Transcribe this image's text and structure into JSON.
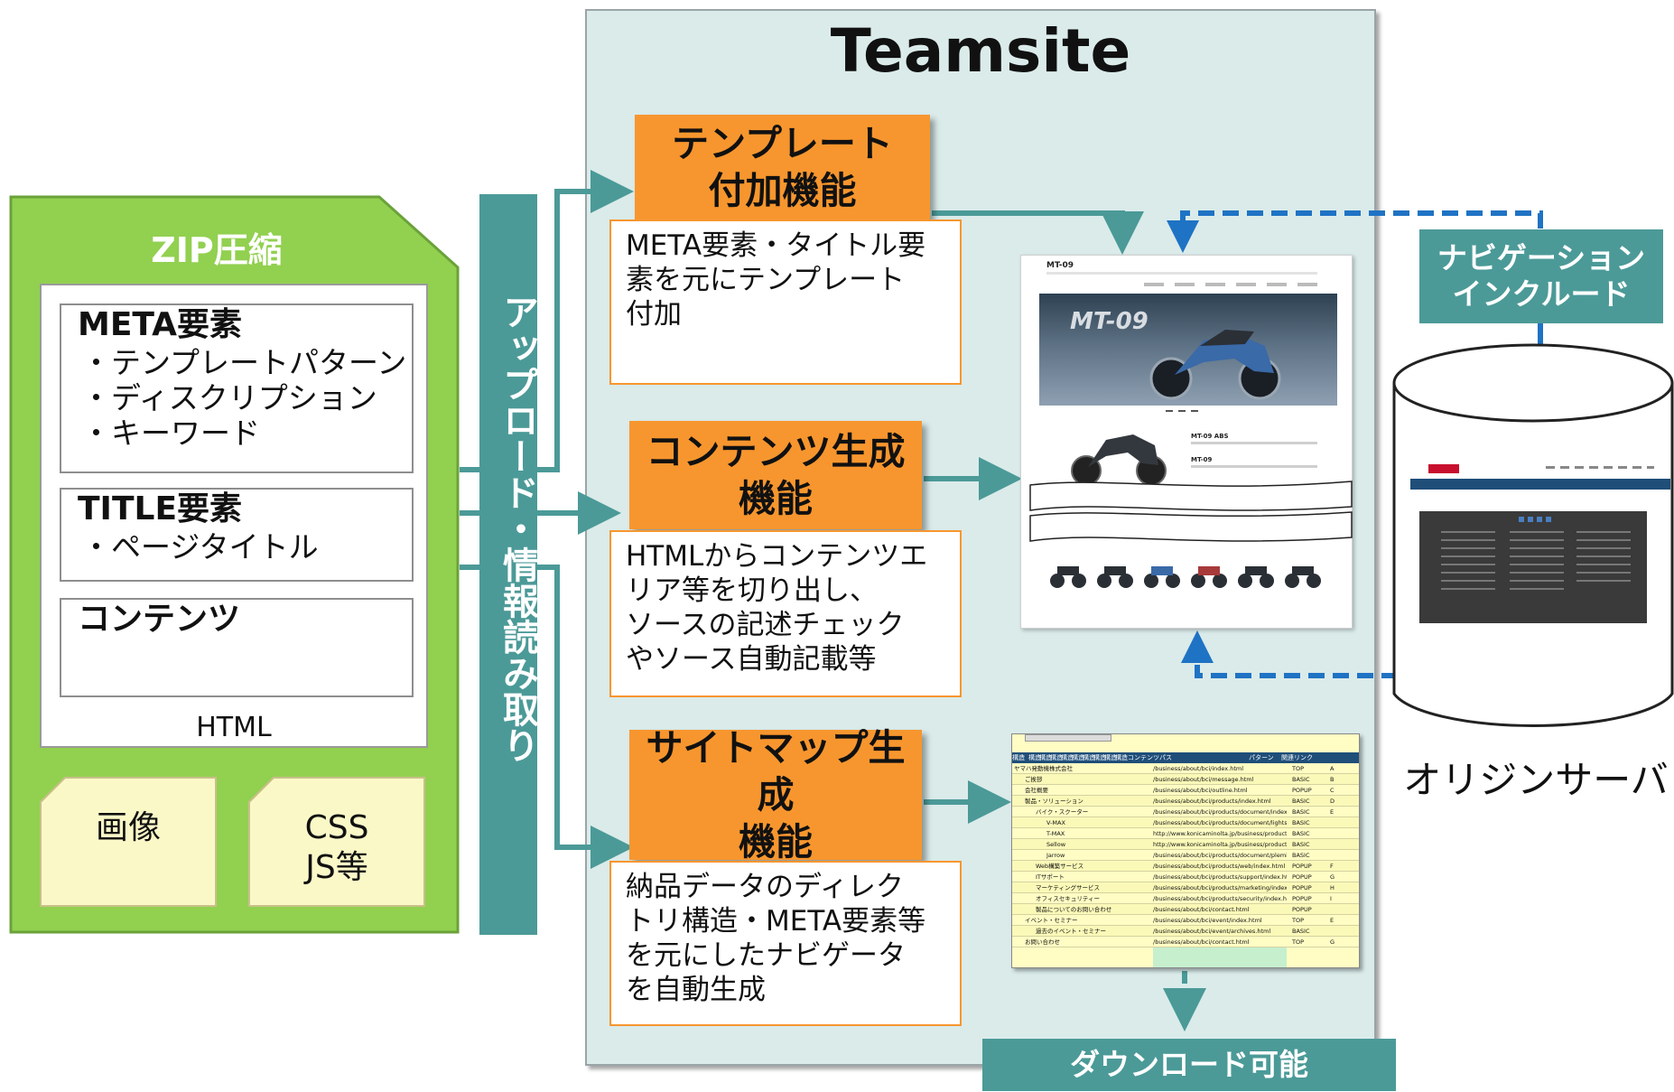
{
  "zip": {
    "title": "ZIP圧縮",
    "meta": {
      "heading": "META要素",
      "items": [
        "・テンプレートパターン",
        "・ディスクリプション",
        "・キーワード"
      ]
    },
    "title_element": {
      "heading": "TITLE要素",
      "items": [
        "・ページタイトル"
      ]
    },
    "contents": {
      "heading": "コンテンツ"
    },
    "html_caption": "HTML",
    "image_file": "画像",
    "css_file": [
      "CSS",
      "JS等"
    ]
  },
  "upload_bar": {
    "label": "アップロード・情報読み取り"
  },
  "teamsite": {
    "title": "Teamsite",
    "functions": [
      {
        "name": [
          "テンプレート",
          "付加機能"
        ],
        "description": [
          "META要素・タイトル要",
          "素を元にテンプレート",
          "付加"
        ]
      },
      {
        "name": [
          "コンテンツ生成",
          "機能"
        ],
        "description": [
          "HTMLからコンテンツエ",
          "リア等を切り出し、",
          "ソースの記述チェック",
          "やソース自動記載等"
        ]
      },
      {
        "name": [
          "サイトマップ生成",
          "機能"
        ],
        "description": [
          "納品データのディレク",
          "トリ構造・META要素等",
          "を元にしたナビゲータ",
          "を自動生成"
        ]
      }
    ]
  },
  "preview": {
    "page_title": "MT-09",
    "hero_text": "MT-09",
    "models": [
      "MT-09 ABS",
      "MT-09"
    ]
  },
  "sitemap_sheet": {
    "header": [
      "構造",
      "構造",
      "構造",
      "構造",
      "構造",
      "構造",
      "構造",
      "構造",
      "構造",
      "構造",
      "コンテンツパス",
      "パターン",
      "関連リンク"
    ],
    "rows": [
      {
        "indent": 0,
        "name": "ヤマハ発動機株式会社",
        "path": "/business/about/bci/index.html",
        "pattern": "TOP",
        "link": "A"
      },
      {
        "indent": 1,
        "name": "ご挨拶",
        "path": "/business/about/bci/message.html",
        "pattern": "BASIC",
        "link": "B"
      },
      {
        "indent": 1,
        "name": "会社概要",
        "path": "/business/about/bci/outline.html",
        "pattern": "POPUP",
        "link": "C"
      },
      {
        "indent": 1,
        "name": "製品・ソリューション",
        "path": "/business/about/bci/products/index.html",
        "pattern": "BASIC",
        "link": "D"
      },
      {
        "indent": 2,
        "name": "バイク・スクーター",
        "path": "/business/about/bci/products/document/index.html",
        "pattern": "BASIC",
        "link": "E"
      },
      {
        "indent": 3,
        "name": "V-MAX",
        "path": "/business/about/bci/products/document/lightship/index",
        "pattern": "BASIC",
        "link": ""
      },
      {
        "indent": 3,
        "name": "T-MAX",
        "path": "http://www.konicaminolta.jp/business/products/software",
        "pattern": "BASIC",
        "link": ""
      },
      {
        "indent": 3,
        "name": "Sellow",
        "path": "http://www.konicaminolta.jp/business/products/software",
        "pattern": "BASIC",
        "link": ""
      },
      {
        "indent": 3,
        "name": "Jarrow",
        "path": "/business/about/bci/products/document/plemia.ed-bind",
        "pattern": "BASIC",
        "link": ""
      },
      {
        "indent": 2,
        "name": "Web構築サービス",
        "path": "/business/about/bci/products/web/index.html",
        "pattern": "POPUP",
        "link": "F"
      },
      {
        "indent": 2,
        "name": "ITサポート",
        "path": "/business/about/bci/products/support/index.html",
        "pattern": "POPUP",
        "link": "G"
      },
      {
        "indent": 2,
        "name": "マーケティングサービス",
        "path": "/business/about/bci/products/marketing/index.html",
        "pattern": "POPUP",
        "link": "H"
      },
      {
        "indent": 2,
        "name": "オフィスセキュリティー",
        "path": "/business/about/bci/products/security/index.html",
        "pattern": "POPUP",
        "link": "I"
      },
      {
        "indent": 2,
        "name": "製品についてのお問い合わせ",
        "path": "/business/about/bci/contact.html",
        "pattern": "POPUP",
        "link": ""
      },
      {
        "indent": 1,
        "name": "イベント・セミナー",
        "path": "/business/about/bci/event/index.html",
        "pattern": "TOP",
        "link": "E"
      },
      {
        "indent": 2,
        "name": "過去のイベント・セミナー",
        "path": "/business/about/bci/event/archives.html",
        "pattern": "BASIC",
        "link": ""
      },
      {
        "indent": 1,
        "name": "お問い合わせ",
        "path": "/business/about/bci/contact.html",
        "pattern": "TOP",
        "link": "G"
      }
    ]
  },
  "navigation_include": {
    "label": [
      "ナビゲーション",
      "インクルード"
    ]
  },
  "origin_server": {
    "label": "オリジンサーバ"
  },
  "download": {
    "label": "ダウンロード可能"
  },
  "colors": {
    "zip_green": "#92d050",
    "zip_border": "#6aa23a",
    "teal": "#4b9a98",
    "teamsite_bg": "#daebea",
    "orange": "#f7962e",
    "arrow_blue": "#1f73c4",
    "sheet_yellow": "#fffdc4",
    "sheet_header": "#1f4e79"
  }
}
